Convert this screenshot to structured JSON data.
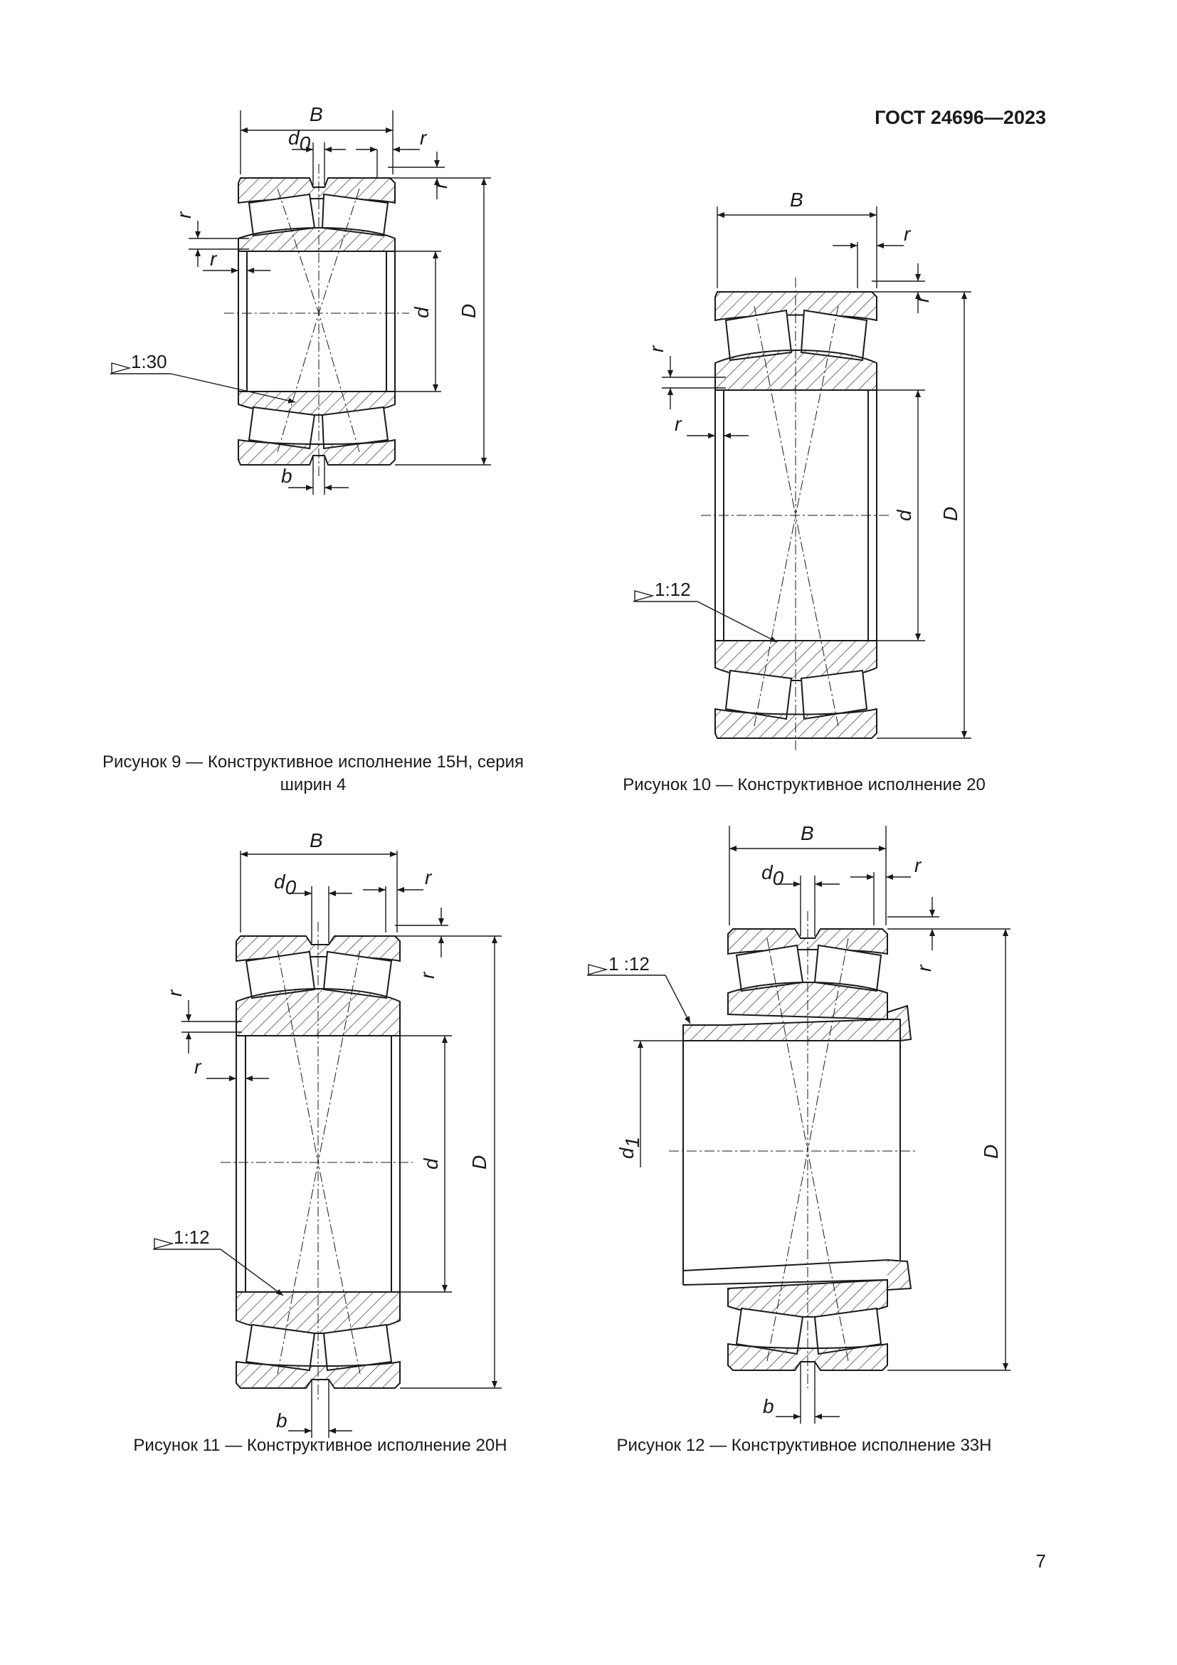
{
  "header": {
    "standard": "ГОСТ 24696—2023"
  },
  "labels": {
    "B": "B",
    "d0": "d",
    "d1": "d",
    "sub0": "0",
    "sub1": "1",
    "d": "d",
    "D": "D",
    "r": "r",
    "b": "b"
  },
  "figures": [
    {
      "id": "fig9",
      "taper": "1:30",
      "caption": "Рисунок 9 — Конструктивное исполнение 15Н, серия ширин 4",
      "caption_lines": [
        "Рисунок 9 — Конструктивное исполнение 15Н, серия",
        "ширин 4"
      ]
    },
    {
      "id": "fig10",
      "taper": "1:12",
      "caption": "Рисунок 10 — Конструктивное исполнение 20"
    },
    {
      "id": "fig11",
      "taper": "1:12",
      "caption": "Рисунок 11 — Конструктивное исполнение  20Н"
    },
    {
      "id": "fig12",
      "taper": "1 :12",
      "caption": "Рисунок 12 — Конструктивное исполнение 33Н"
    }
  ],
  "page_number": "7"
}
